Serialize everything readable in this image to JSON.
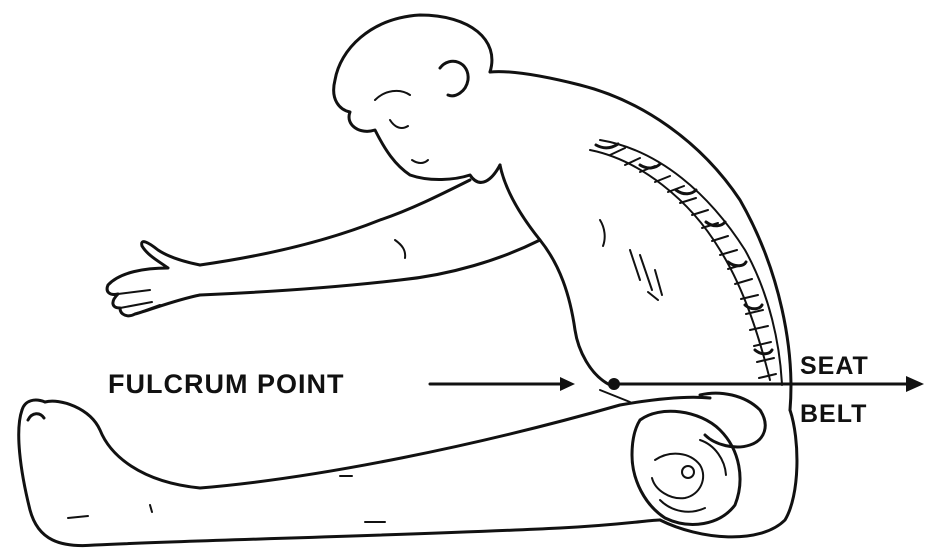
{
  "labels": {
    "fulcrum": "FULCRUM POINT",
    "seat": "SEAT",
    "belt": "BELT"
  },
  "colors": {
    "ink": "#111111",
    "background": "#ffffff"
  }
}
